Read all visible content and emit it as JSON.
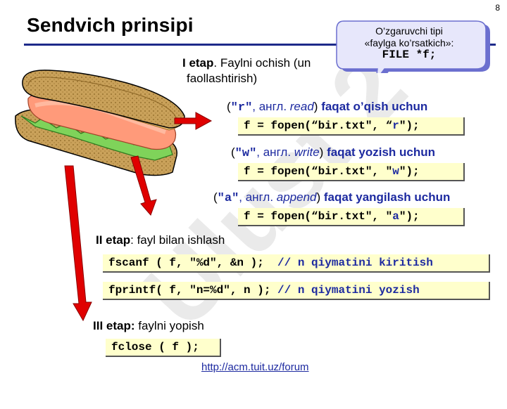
{
  "page_number": "8",
  "title": "Sendvich prinsipi",
  "watermark": "Ulust 2",
  "callout": {
    "line1": "O’zgaruvchi tipi",
    "line2": "«faylga ko’rsatkich»:",
    "code": "FILE *f;"
  },
  "stage1": {
    "label": "I etap",
    "text": ". Faylni ochish (un",
    "text2": "faollashtirish)"
  },
  "modes": [
    {
      "open": "(",
      "code": "\"r\"",
      "ru": ", англ. ",
      "en": "read",
      "close": ")",
      "desc": "  faqat o’qish uchun"
    },
    {
      "open": "(",
      "code": "\"w\"",
      "ru": ", англ. ",
      "en": "write",
      "close": ")",
      "desc": " faqat yozish uchun"
    },
    {
      "open": "(",
      "code": "\"a\"",
      "ru": ", англ. ",
      "en": "append",
      "close": ")",
      "desc": " faqat yangilash uchun"
    }
  ],
  "fopen": [
    {
      "pre": "f = fopen(“bir.txt\", “",
      "mode": "r",
      "post": "\");"
    },
    {
      "pre": "f = fopen(“bir.txt\", \"",
      "mode": "w",
      "post": "\");"
    },
    {
      "pre": "f = fopen(“bir.txt\", \"",
      "mode": "a",
      "post": "\");"
    }
  ],
  "stage2": {
    "label": "II etap",
    "text": ": fayl bilan ishlash"
  },
  "fscanf": {
    "code": "fscanf ( f, \"%d\", &n );  ",
    "comment": "// n qiymatini kiritish"
  },
  "fprintf": {
    "code": "fprintf( f, \"n=%d\", n ); ",
    "comment": "// n qiymatini yozish"
  },
  "stage3": {
    "label": "III etap:",
    "text": " faylni yopish"
  },
  "fclose": "fclose ( f );",
  "link": "http://acm.tuit.uz/forum",
  "colors": {
    "accent": "#1d2aa0",
    "rule": "#1d2a8a",
    "codebg": "#ffffcc",
    "arrow": "#e00000"
  }
}
